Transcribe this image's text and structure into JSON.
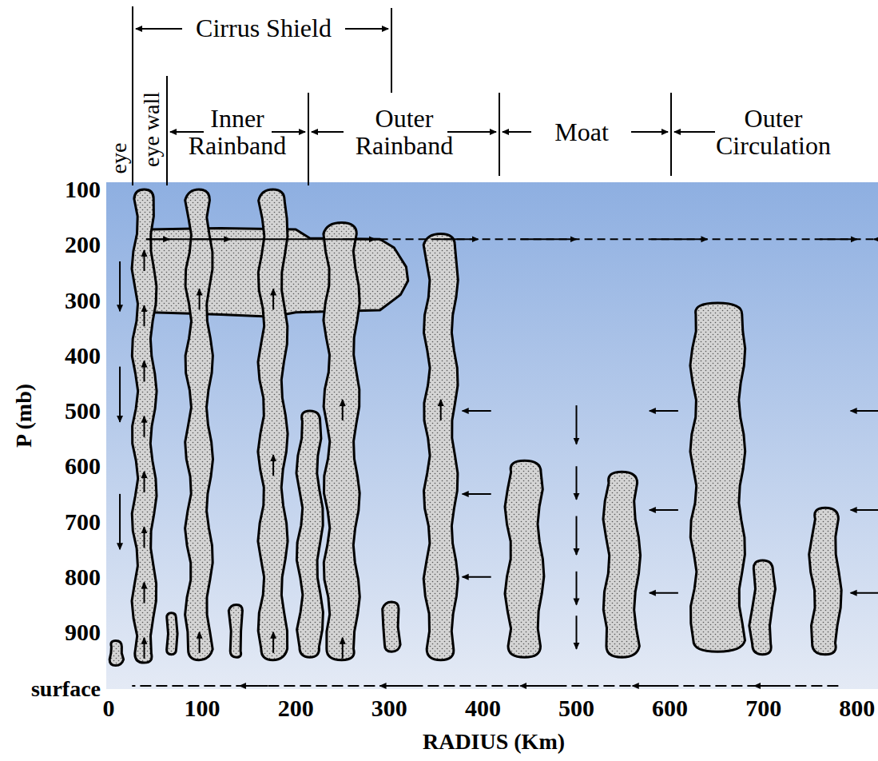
{
  "diagram": {
    "labels": [
      "Cirrus Shield",
      "eye",
      "eye wall",
      "Inner Rainband",
      "Outer Rainband",
      "Moat",
      "Outer Circulation",
      "100",
      "200",
      "300",
      "400",
      "500",
      "600",
      "700",
      "800",
      "900",
      "surface",
      "0",
      "100",
      "200",
      "300",
      "400",
      "500",
      "600",
      "700",
      "800",
      "P (mb)",
      "RADIUS (Km)"
    ]
  }
}
